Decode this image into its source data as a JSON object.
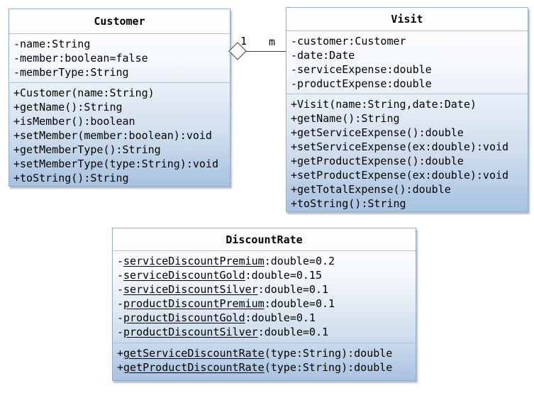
{
  "diagram": {
    "classes": [
      {
        "name": "Customer",
        "attributes": [
          {
            "prefix": "-",
            "name": "name",
            "rest": ":String",
            "static": false
          },
          {
            "prefix": "-",
            "name": "member",
            "rest": ":boolean=false",
            "static": false
          },
          {
            "prefix": "-",
            "name": "memberType",
            "rest": ":String",
            "static": false
          }
        ],
        "methods": [
          {
            "prefix": "+",
            "name": "Customer",
            "rest": "(name:String)",
            "static": false
          },
          {
            "prefix": "+",
            "name": "getName",
            "rest": "():String",
            "static": false
          },
          {
            "prefix": "+",
            "name": "isMember",
            "rest": "():boolean",
            "static": false
          },
          {
            "prefix": "+",
            "name": "setMember",
            "rest": "(member:boolean):void",
            "static": false
          },
          {
            "prefix": "+",
            "name": "getMemberType",
            "rest": "():String",
            "static": false
          },
          {
            "prefix": "+",
            "name": "setMemberType",
            "rest": "(type:String):void",
            "static": false
          },
          {
            "prefix": "+",
            "name": "toString",
            "rest": "():String",
            "static": false
          }
        ]
      },
      {
        "name": "Visit",
        "attributes": [
          {
            "prefix": "-",
            "name": "customer",
            "rest": ":Customer",
            "static": false
          },
          {
            "prefix": "-",
            "name": "date",
            "rest": ":Date",
            "static": false
          },
          {
            "prefix": "-",
            "name": "serviceExpense",
            "rest": ":double",
            "static": false
          },
          {
            "prefix": "-",
            "name": "productExpense",
            "rest": ":double",
            "static": false
          }
        ],
        "methods": [
          {
            "prefix": "+",
            "name": "Visit",
            "rest": "(name:String,date:Date)",
            "static": false
          },
          {
            "prefix": "+",
            "name": "getName",
            "rest": "():String",
            "static": false
          },
          {
            "prefix": "+",
            "name": "getServiceExpense",
            "rest": "():double",
            "static": false
          },
          {
            "prefix": "+",
            "name": "setServiceExpense",
            "rest": "(ex:double):void",
            "static": false
          },
          {
            "prefix": "+",
            "name": "getProductExpense",
            "rest": "():double",
            "static": false
          },
          {
            "prefix": "+",
            "name": "setProductExpense",
            "rest": "(ex:double):void",
            "static": false
          },
          {
            "prefix": "+",
            "name": "getTotalExpense",
            "rest": "():double",
            "static": false
          },
          {
            "prefix": "+",
            "name": "toString",
            "rest": "():String",
            "static": false
          }
        ]
      },
      {
        "name": "DiscountRate",
        "attributes": [
          {
            "prefix": "-",
            "name": "serviceDiscountPremium",
            "rest": ":double=0.2",
            "static": true
          },
          {
            "prefix": "-",
            "name": "serviceDiscountGold",
            "rest": ":double=0.15",
            "static": true
          },
          {
            "prefix": "-",
            "name": "serviceDiscountSilver",
            "rest": ":double=0.1",
            "static": true
          },
          {
            "prefix": "-",
            "name": "productDiscountPremium",
            "rest": ":double=0.1",
            "static": true
          },
          {
            "prefix": "-",
            "name": "productDiscountGold",
            "rest": ":double=0.1",
            "static": true
          },
          {
            "prefix": "-",
            "name": "productDiscountSilver",
            "rest": ":double=0.1",
            "static": true
          }
        ],
        "methods": [
          {
            "prefix": "+",
            "name": "getServiceDiscountRate",
            "rest": "(type:String):double",
            "static": true
          },
          {
            "prefix": "+",
            "name": "getProductDiscountRate",
            "rest": "(type:String):double",
            "static": true
          }
        ]
      }
    ],
    "connector": {
      "type": "aggregation",
      "from": "Customer",
      "to": "Visit",
      "label_from": "1",
      "label_to": "m"
    },
    "colors": {
      "box_border": "#95adc6",
      "gradient_top": "#ffffff",
      "gradient_bottom": "#a8c2e0",
      "separator": "#aac1d8",
      "connector_line": "#3f3f3f",
      "text": "#000000"
    }
  }
}
